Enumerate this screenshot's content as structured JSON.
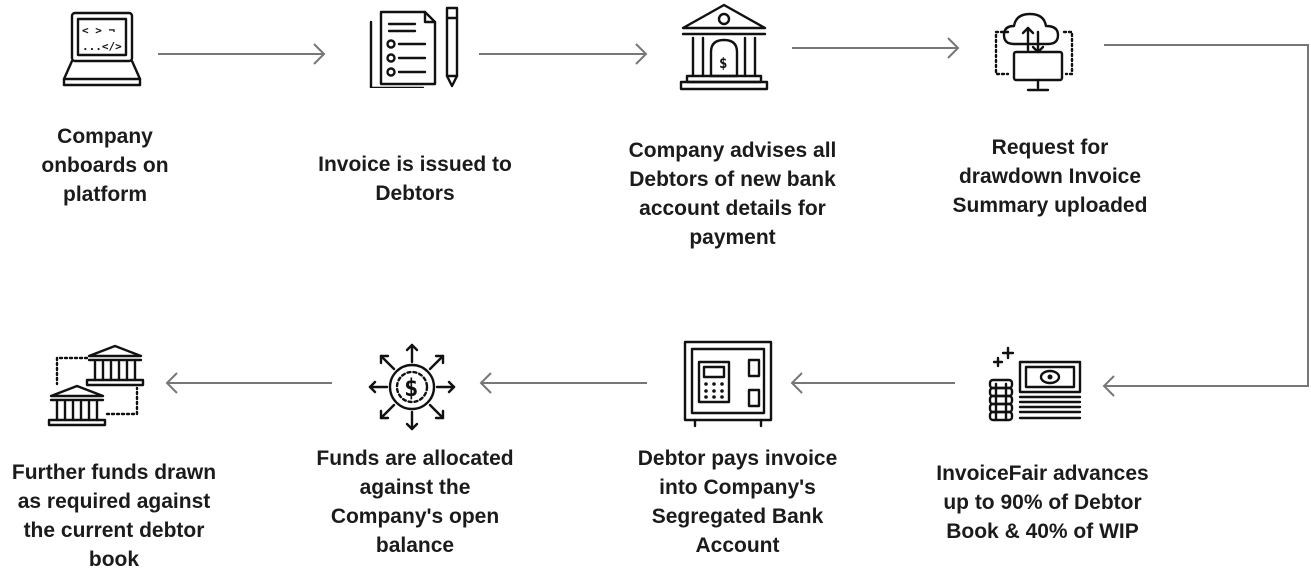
{
  "steps": [
    {
      "id": 1,
      "label": "Company\nonboards on\nplatform",
      "icon": "laptop-code-icon"
    },
    {
      "id": 2,
      "label": "Invoice is issued to\nDebtors",
      "icon": "invoice-checklist-icon"
    },
    {
      "id": 3,
      "label": "Company advises all\nDebtors of new bank\naccount details for\npayment",
      "icon": "bank-building-icon"
    },
    {
      "id": 4,
      "label": "Request for\ndrawdown Invoice\nSummary uploaded",
      "icon": "cloud-upload-monitor-icon"
    },
    {
      "id": 5,
      "label": "InvoiceFair advances\nup to 90% of Debtor\nBook & 40% of WIP",
      "icon": "cash-coins-icon"
    },
    {
      "id": 6,
      "label": "Debtor pays invoice\ninto Company's\nSegregated Bank\nAccount",
      "icon": "safe-vault-icon"
    },
    {
      "id": 7,
      "label": "Funds are allocated\nagainst the\nCompany's open\nbalance",
      "icon": "dollar-distribution-icon"
    },
    {
      "id": 8,
      "label": "Further funds drawn\nas required against\nthe current debtor\nbook",
      "icon": "linked-banks-icon"
    }
  ],
  "icon_text": {
    "laptop_code_top": "< > ¬",
    "laptop_code_bottom": "...</>",
    "dollar_sign": "$"
  },
  "colors": {
    "connector": "#777777",
    "icon": "#111111",
    "text": "#1b1b1b"
  }
}
